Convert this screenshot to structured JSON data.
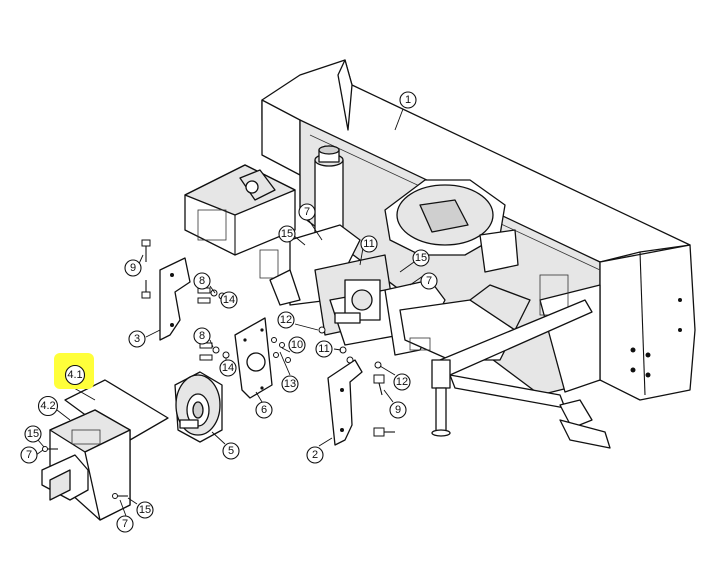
{
  "diagram": {
    "highlight_color": "#ffff3a",
    "callouts": [
      {
        "label": "1"
      },
      {
        "label": "7"
      },
      {
        "label": "15"
      },
      {
        "label": "11"
      },
      {
        "label": "15"
      },
      {
        "label": "7"
      },
      {
        "label": "9"
      },
      {
        "label": "8"
      },
      {
        "label": "14"
      },
      {
        "label": "3"
      },
      {
        "label": "12"
      },
      {
        "label": "8"
      },
      {
        "label": "14"
      },
      {
        "label": "10"
      },
      {
        "label": "13"
      },
      {
        "label": "11"
      },
      {
        "label": "12"
      },
      {
        "label": "6"
      },
      {
        "label": "4.1"
      },
      {
        "label": "4.2"
      },
      {
        "label": "5"
      },
      {
        "label": "9"
      },
      {
        "label": "2"
      },
      {
        "label": "15"
      },
      {
        "label": "7"
      },
      {
        "label": "15"
      },
      {
        "label": "7"
      }
    ]
  }
}
